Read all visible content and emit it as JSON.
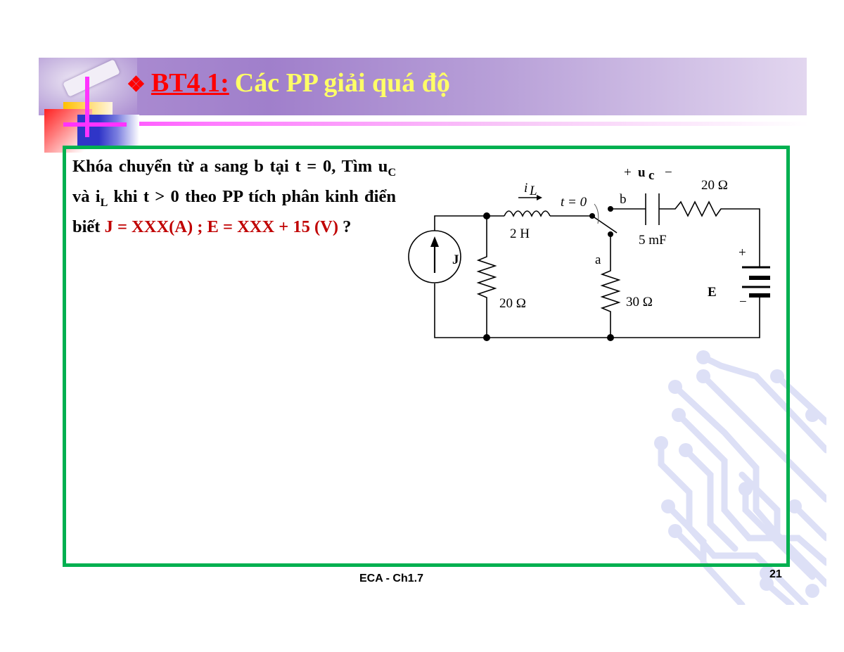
{
  "slide": {
    "title": {
      "bullet_icon": "❖",
      "code": "BT4.1:",
      "text": "Các PP giải quá độ"
    },
    "problem": {
      "line1": "Khóa chuyển từ a sang b tại t = 0, Tìm u",
      "uc_sub": "C",
      "mid1": " và i",
      "il_sub": "L",
      "line2": " khi t > 0 theo PP tích phân kinh điển biết ",
      "given_red": "J = XXX(A) ; E = XXX + 15 (V)",
      "tail": "  ?"
    },
    "circuit": {
      "source_label": "J",
      "r1_label": "20 Ω",
      "inductor_label": "2 H",
      "inductor_current": "i",
      "inductor_current_sub": "L",
      "switch_time": "t = 0",
      "node_a": "a",
      "node_b": "b",
      "r2_label": "30 Ω",
      "capacitor_voltage_plus": "+",
      "capacitor_voltage": "u",
      "capacitor_voltage_sub": "c",
      "capacitor_voltage_minus": "−",
      "capacitor_label": "5 mF",
      "r3_label": "20 Ω",
      "battery_label": "E",
      "battery_plus": "+",
      "battery_minus": "−"
    },
    "footer": {
      "course": "ECA - Ch1.7",
      "page_number": "21"
    },
    "colors": {
      "frame": "#00b050",
      "title_code": "#ff0000",
      "title_text": "#ffff66",
      "given_values": "#c00000",
      "header_band": "#a07fcb"
    }
  }
}
